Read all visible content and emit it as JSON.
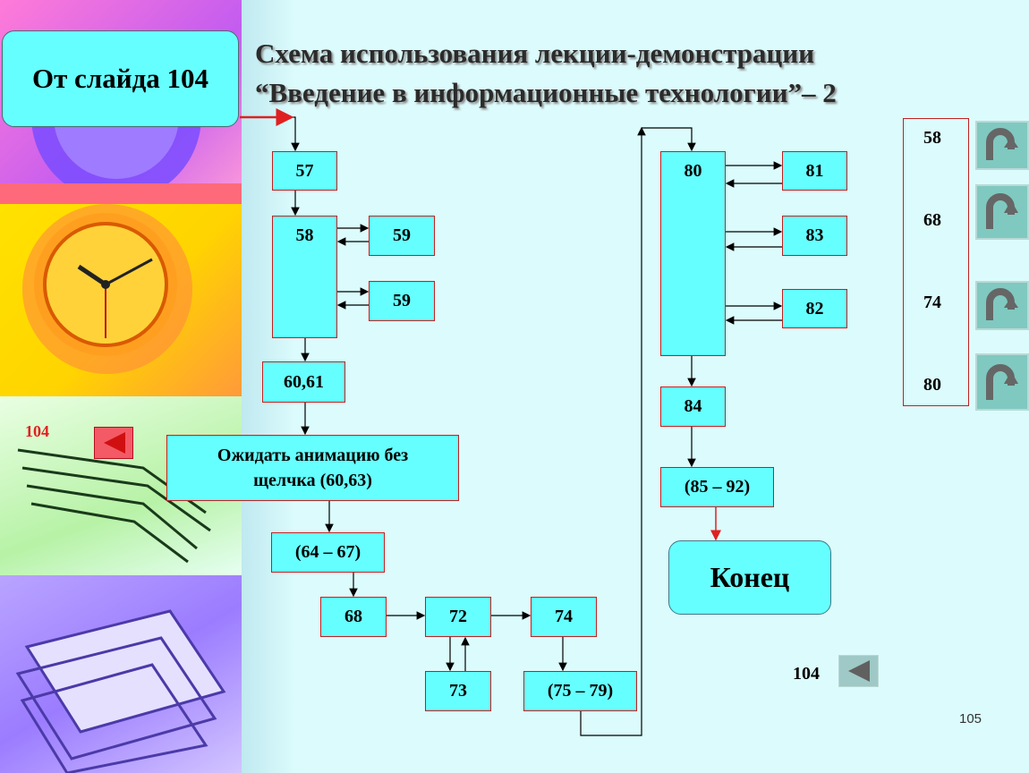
{
  "title": {
    "line1": "Схема использования лекции-демонстрации",
    "line2": "“Введение в информационные технологии”– 2"
  },
  "from_slide": "От слайда 104",
  "nodes": {
    "n57": "57",
    "n58": "58",
    "n59a": "59",
    "n59b": "59",
    "n6061": "60,61",
    "wait": "Ожидать анимацию без щелчка (60,63)",
    "n6467": "(64 – 67)",
    "n68": "68",
    "n72": "72",
    "n74": "74",
    "n73": "73",
    "n7579": "(75 – 79)",
    "n80": "80",
    "n81": "81",
    "n83": "83",
    "n82": "82",
    "n84": "84",
    "n8592": "(85 – 92)",
    "end": "Конец"
  },
  "quick_list": [
    "58",
    "68",
    "74",
    "80"
  ],
  "left_nav": {
    "label": "104",
    "color": "#e0202a",
    "icon": "left-triangle-icon"
  },
  "bottom_nav": {
    "label": "104",
    "color": "#606060",
    "icon": "left-triangle-icon"
  },
  "return_icon": "u-turn-arrow-icon",
  "page_number": "105",
  "colors": {
    "box_fill": "#66ffff",
    "box_border": "#c02020",
    "background": "#dcfbfc",
    "accent_arrow": "#e02020"
  }
}
